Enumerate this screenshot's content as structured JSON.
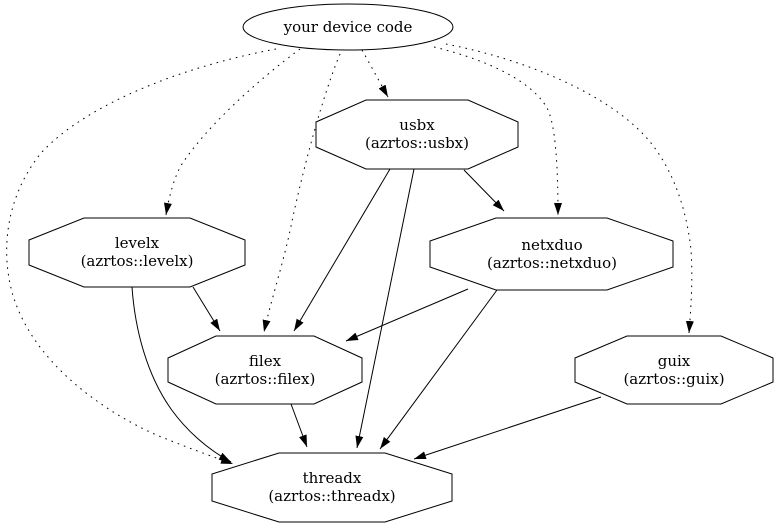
{
  "diagram": {
    "type": "dependency-graph",
    "background": "#ffffff",
    "stroke_color": "#000000",
    "node_fill": "#ffffff",
    "nodes": [
      {
        "id": "device",
        "label": "your device code",
        "sublabel": "",
        "shape": "ellipse"
      },
      {
        "id": "usbx",
        "label": "usbx",
        "sublabel": "(azrtos::usbx)",
        "shape": "octagon"
      },
      {
        "id": "levelx",
        "label": "levelx",
        "sublabel": "(azrtos::levelx)",
        "shape": "octagon"
      },
      {
        "id": "netxduo",
        "label": "netxduo",
        "sublabel": "(azrtos::netxduo)",
        "shape": "octagon"
      },
      {
        "id": "filex",
        "label": "filex",
        "sublabel": "(azrtos::filex)",
        "shape": "octagon"
      },
      {
        "id": "guix",
        "label": "guix",
        "sublabel": "(azrtos::guix)",
        "shape": "octagon"
      },
      {
        "id": "threadx",
        "label": "threadx",
        "sublabel": "(azrtos::threadx)",
        "shape": "octagon"
      }
    ],
    "edges": [
      {
        "from": "device",
        "to": "usbx",
        "style": "dotted"
      },
      {
        "from": "device",
        "to": "levelx",
        "style": "dotted"
      },
      {
        "from": "device",
        "to": "filex",
        "style": "dotted"
      },
      {
        "from": "device",
        "to": "netxduo",
        "style": "dotted"
      },
      {
        "from": "device",
        "to": "guix",
        "style": "dotted"
      },
      {
        "from": "device",
        "to": "threadx",
        "style": "dotted"
      },
      {
        "from": "usbx",
        "to": "netxduo",
        "style": "solid"
      },
      {
        "from": "usbx",
        "to": "filex",
        "style": "solid"
      },
      {
        "from": "usbx",
        "to": "threadx",
        "style": "solid"
      },
      {
        "from": "levelx",
        "to": "filex",
        "style": "solid"
      },
      {
        "from": "levelx",
        "to": "threadx",
        "style": "solid"
      },
      {
        "from": "netxduo",
        "to": "filex",
        "style": "solid"
      },
      {
        "from": "netxduo",
        "to": "threadx",
        "style": "solid"
      },
      {
        "from": "filex",
        "to": "threadx",
        "style": "solid"
      },
      {
        "from": "guix",
        "to": "threadx",
        "style": "solid"
      }
    ]
  }
}
